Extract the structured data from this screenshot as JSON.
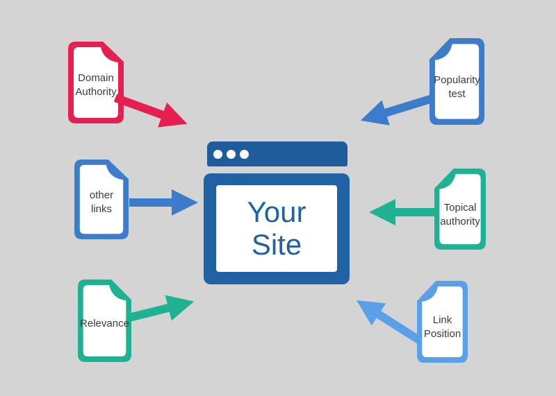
{
  "background_color": "#d4d4d4",
  "browser": {
    "title": "Your\nSite",
    "bar_color": "#1f5c9c",
    "body_color": "#2162a4",
    "window_dots": 3
  },
  "factors": [
    {
      "id": "domain-authority",
      "label": "Domain\nAuthority",
      "color": "#e51f4f",
      "side": "left"
    },
    {
      "id": "other-links",
      "label": "other\nlinks",
      "color": "#3c7cca",
      "side": "left"
    },
    {
      "id": "relevance",
      "label": "Relevance",
      "color": "#1eb292",
      "side": "left"
    },
    {
      "id": "popularity-test",
      "label": "Popularity\ntest",
      "color": "#3c7cca",
      "side": "right"
    },
    {
      "id": "topical-authority",
      "label": "Topical\nauthority",
      "color": "#1eb292",
      "side": "right"
    },
    {
      "id": "link-position",
      "label": "Link\nPosition",
      "color": "#5aa0e8",
      "side": "right"
    }
  ]
}
